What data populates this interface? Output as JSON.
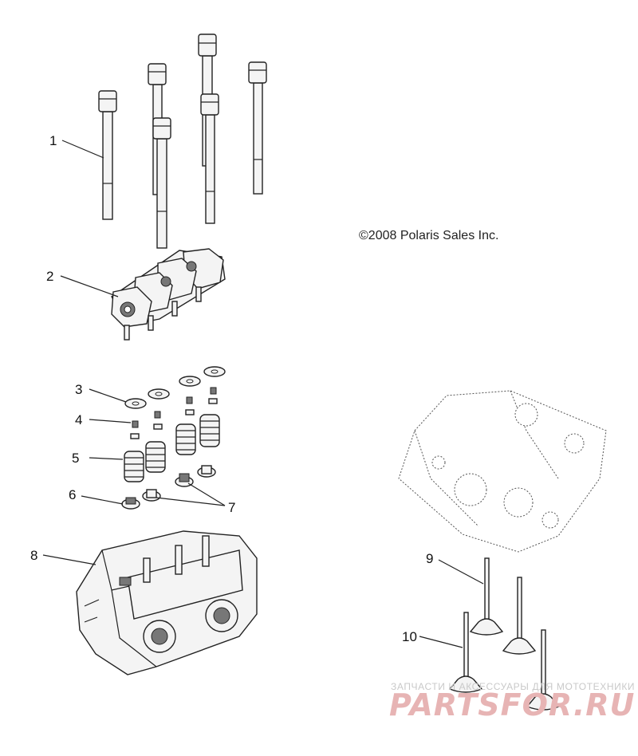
{
  "diagram": {
    "copyright": "©2008 Polaris Sales Inc.",
    "callouts": [
      "1",
      "2",
      "3",
      "4",
      "5",
      "6",
      "7",
      "8",
      "9",
      "10"
    ]
  },
  "watermark": {
    "tagline": "ЗАПЧАСТИ И АКСЕССУАРЫ ДЛЯ МОТОТЕХНИКИ",
    "logo": "PARTSFOR.RU",
    "colors": {
      "logo": "#e7b4b4",
      "tagline": "#c9c9c9"
    }
  }
}
